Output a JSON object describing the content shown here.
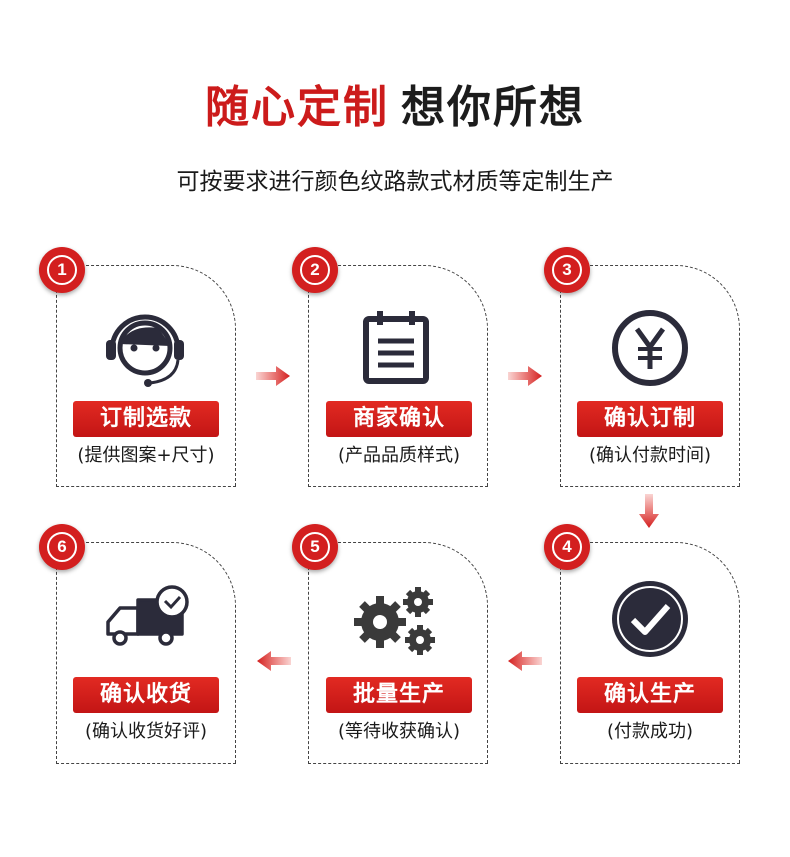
{
  "header": {
    "title_red": "随心定制",
    "title_black": "想你所想",
    "subtitle": "可按要求进行颜色纹路款式材质等定制生产"
  },
  "steps": [
    {
      "num": "1",
      "title": "订制选款",
      "desc": "(提供图案+尺寸)",
      "icon": "customer-service-icon"
    },
    {
      "num": "2",
      "title": "商家确认",
      "desc": "(产品品质样式)",
      "icon": "calendar-list-icon"
    },
    {
      "num": "3",
      "title": "确认订制",
      "desc": "(确认付款时间)",
      "icon": "yen-icon"
    },
    {
      "num": "4",
      "title": "确认生产",
      "desc": "(付款成功)",
      "icon": "check-circle-icon"
    },
    {
      "num": "5",
      "title": "批量生产",
      "desc": "(等待收获确认)",
      "icon": "gears-icon"
    },
    {
      "num": "6",
      "title": "确认收货",
      "desc": "(确认收货好评)",
      "icon": "delivery-truck-icon"
    }
  ],
  "colors": {
    "accent": "#cc1b1b",
    "dark": "#2b2b3a"
  }
}
